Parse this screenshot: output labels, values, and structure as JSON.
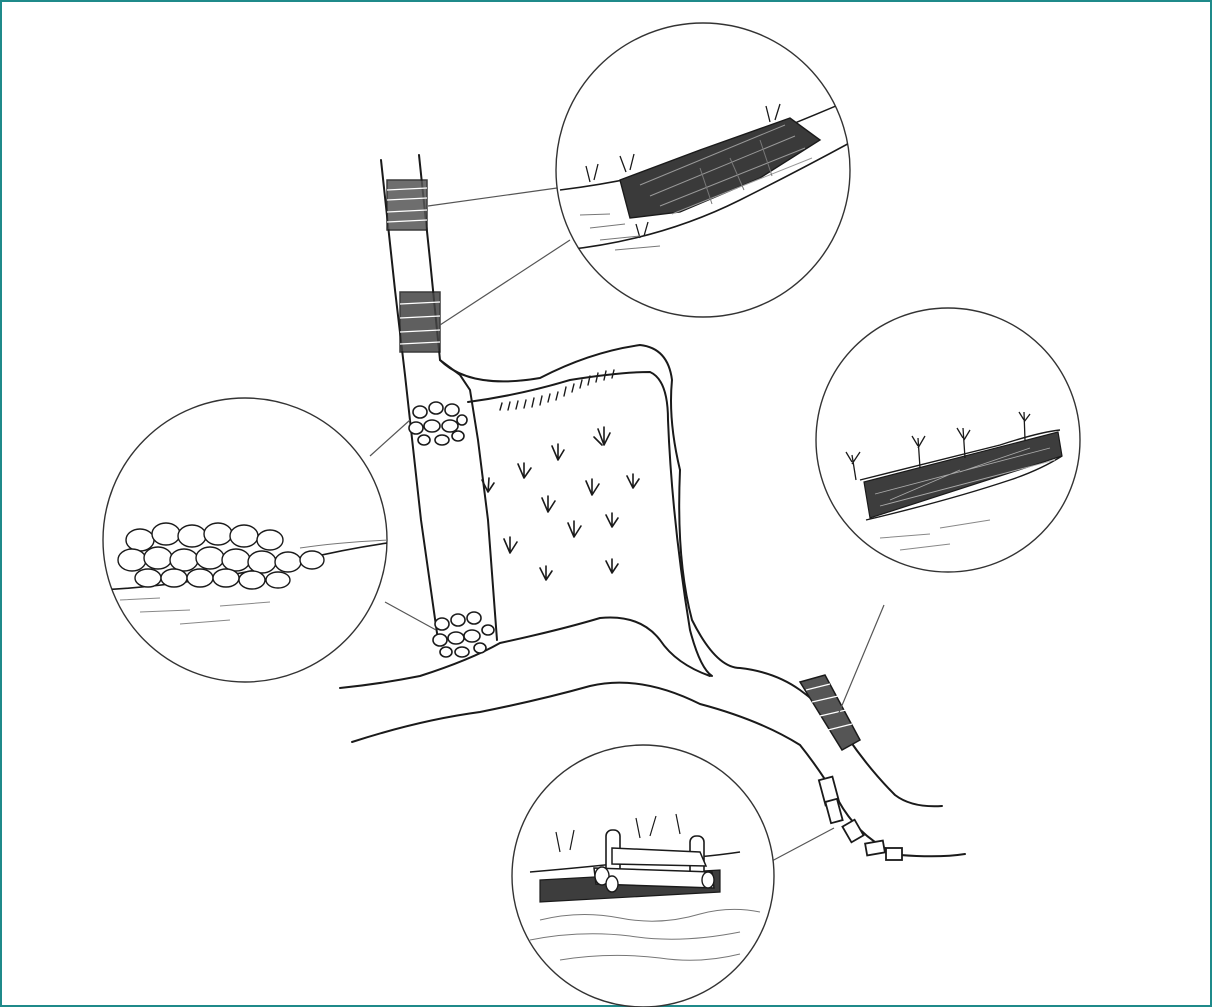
{
  "figure": {
    "kind": "illustration",
    "frame_color": "#1f8a8a",
    "ink_color": "#1a1a1a",
    "details": [
      {
        "name": "straw-wattle-detail"
      },
      {
        "name": "rock-check-dam-detail"
      },
      {
        "name": "brush-mattress-detail"
      },
      {
        "name": "log-check-dam-detail"
      }
    ]
  }
}
